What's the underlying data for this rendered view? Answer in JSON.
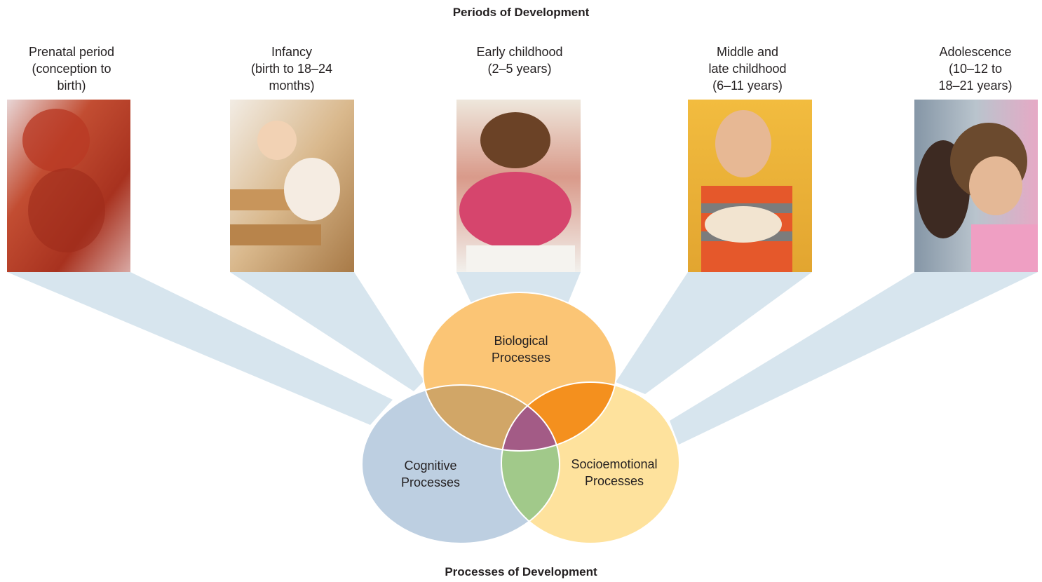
{
  "titles": {
    "top": "Periods of Development",
    "bottom": "Processes of Development"
  },
  "periods": [
    {
      "label": "Prenatal period\n(conception to\nbirth)",
      "photo": "fetus-photo"
    },
    {
      "label": "Infancy\n(birth to 18–24\nmonths)",
      "photo": "baby-climbing-stairs-photo"
    },
    {
      "label": "Early childhood\n(2–5 years)",
      "photo": "girl-drawing-photo"
    },
    {
      "label": "Middle and\nlate childhood\n(6–11 years)",
      "photo": "boy-holding-guinea-pig-photo"
    },
    {
      "label": "Adolescence\n(10–12 to\n18–21 years)",
      "photo": "teen-girls-whispering-photo"
    }
  ],
  "processes": {
    "biological": {
      "label": "Biological\nProcesses",
      "color": "#fbc575"
    },
    "cognitive": {
      "label": "Cognitive\nProcesses",
      "color": "#bdcfe1"
    },
    "socioemotional": {
      "label": "Socioemotional\nProcesses",
      "color": "#fee29d"
    },
    "overlap_bio_cog": {
      "color": "#d1a667"
    },
    "overlap_bio_socio": {
      "color": "#f4901e"
    },
    "overlap_cog_socio": {
      "color": "#a1c98a"
    },
    "overlap_all": {
      "color": "#a35b86"
    }
  },
  "connector_color": "#d7e5ee"
}
